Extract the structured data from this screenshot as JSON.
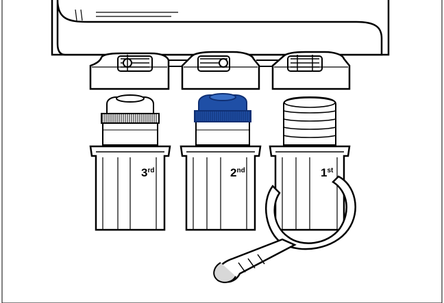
{
  "colors": {
    "ink": "#000000",
    "background": "#ffffff",
    "housing_fill": "#ffffff",
    "accent_cap": "#1f4fa6",
    "accent_cap_dark": "#0f2f73",
    "wrench_grey": "#d8d8d8"
  },
  "housings": [
    {
      "stage_number": "3",
      "stage_suffix": "rd",
      "cartridge": "carbon-block",
      "cap_color": "white"
    },
    {
      "stage_number": "2",
      "stage_suffix": "nd",
      "cartridge": "carbon-block",
      "cap_color": "blue"
    },
    {
      "stage_number": "1",
      "stage_suffix": "st",
      "cartridge": "sediment-wrap",
      "cap_color": "white"
    }
  ],
  "icons": {
    "wrench": "housing-wrench-icon",
    "bracket": "mounting-bracket-icon"
  }
}
